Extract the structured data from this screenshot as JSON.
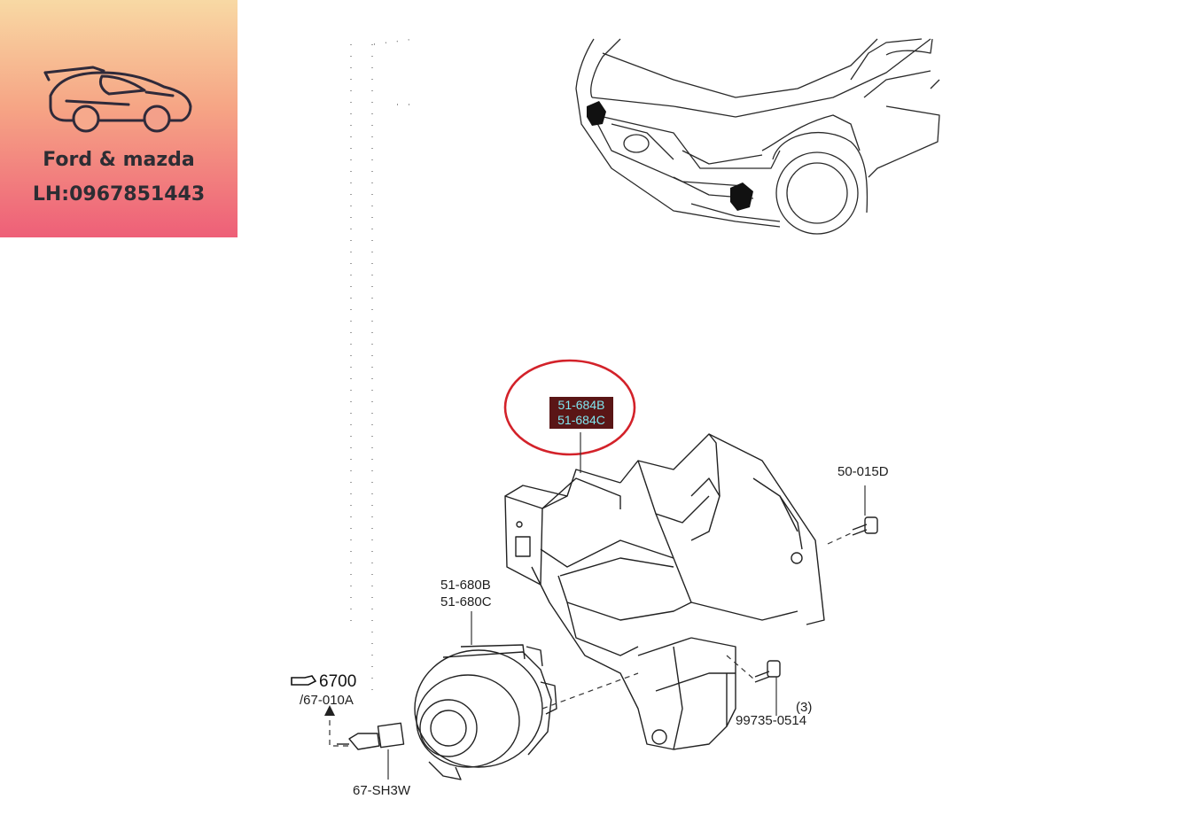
{
  "brand": {
    "name": "Ford & mazda",
    "phone": "LH:0967851443",
    "logo_icon": "sports-car-icon",
    "colors": {
      "gradient_top": "#f8d9a4",
      "gradient_bottom": "#ee5f78",
      "text": "#2d2d33"
    }
  },
  "diagram": {
    "highlight_color": "#d3222a",
    "callout": {
      "lines": [
        "51-684B",
        "51-684C"
      ],
      "background": "#5a1616",
      "text_color": "#7fe6ef"
    },
    "labels": {
      "bolt_top": "50-015D",
      "lamp_1": "51-680B",
      "lamp_2": "51-680C",
      "ref_number": "6700",
      "ref_sub": "/67-010A",
      "bulb": "67-SH3W",
      "screw_qty": "(3)",
      "screw": "99735-0514"
    }
  }
}
